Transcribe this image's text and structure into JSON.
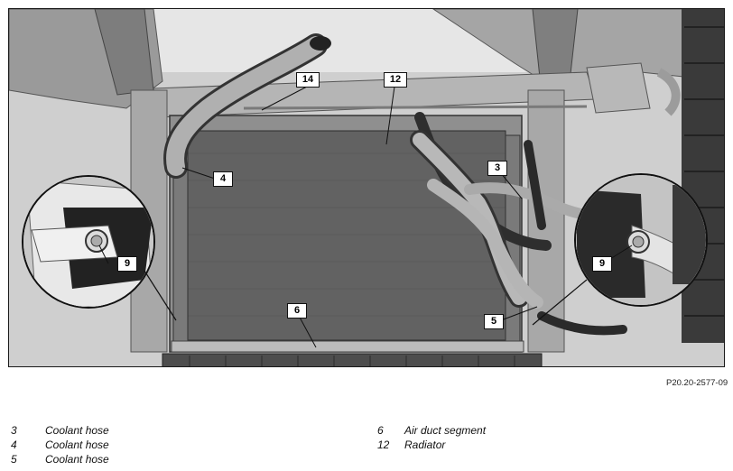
{
  "figure_ref": "P20.20-2577-09",
  "callouts": [
    {
      "num": "14"
    },
    {
      "num": "12"
    },
    {
      "num": "4"
    },
    {
      "num": "3"
    },
    {
      "num": "9"
    },
    {
      "num": "9"
    },
    {
      "num": "6"
    },
    {
      "num": "5"
    }
  ],
  "legend_left": [
    {
      "num": "3",
      "text": "Coolant hose"
    },
    {
      "num": "4",
      "text": "Coolant hose"
    },
    {
      "num": "5",
      "text": "Coolant hose"
    }
  ],
  "legend_right": [
    {
      "num": "6",
      "text": "Air duct segment"
    },
    {
      "num": "12",
      "text": "Radiator"
    }
  ]
}
